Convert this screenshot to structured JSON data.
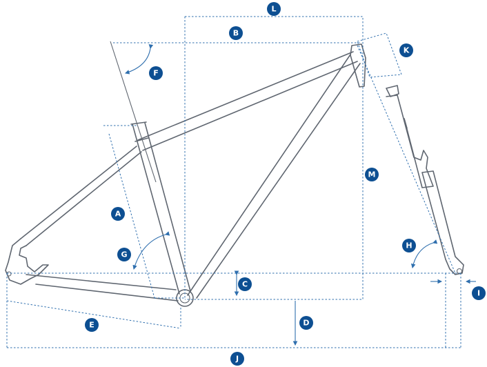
{
  "diagram": {
    "colors": {
      "badge": "#0d4f92",
      "dimension": "#2f6fae",
      "frame": "#5f6670",
      "background": "#ffffff"
    },
    "labels": {
      "A": "A",
      "B": "B",
      "C": "C",
      "D": "D",
      "E": "E",
      "F": "F",
      "G": "G",
      "H": "H",
      "I": "I",
      "J": "J",
      "K": "K",
      "L": "L",
      "M": "M"
    }
  }
}
